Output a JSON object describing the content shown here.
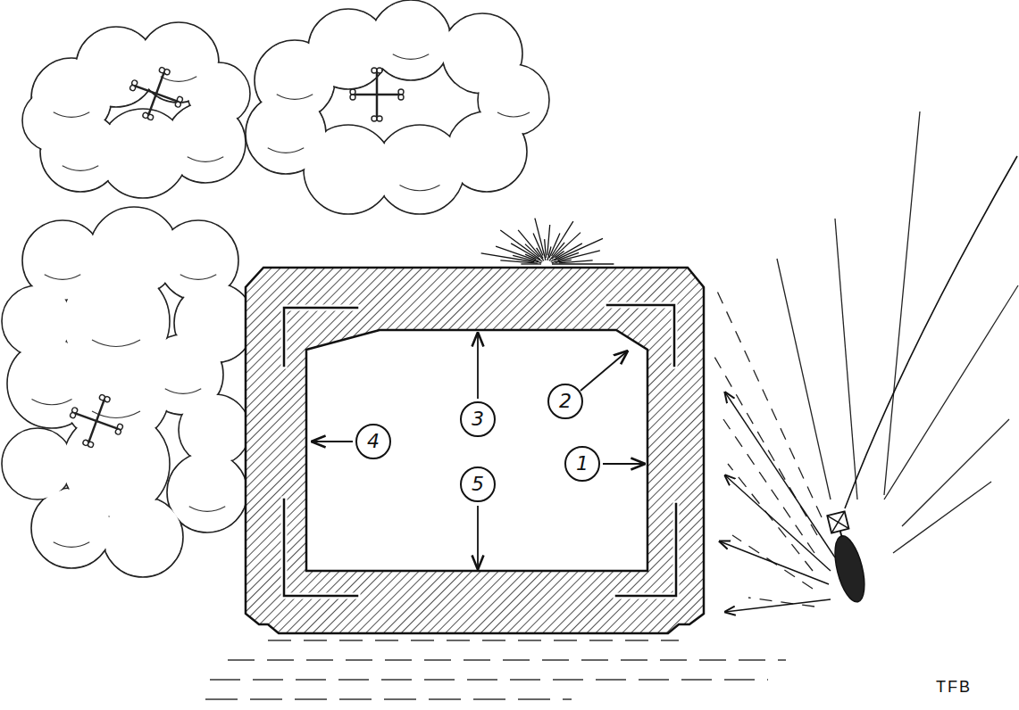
{
  "diagram": {
    "nodes": [
      {
        "text": [
          "2"
        ]
      },
      {
        "text": [
          "3"
        ]
      },
      {
        "text": [
          "4"
        ]
      },
      {
        "text": [
          "1"
        ]
      },
      {
        "text": [
          "5"
        ]
      }
    ],
    "labels": [
      "TFB"
    ]
  }
}
